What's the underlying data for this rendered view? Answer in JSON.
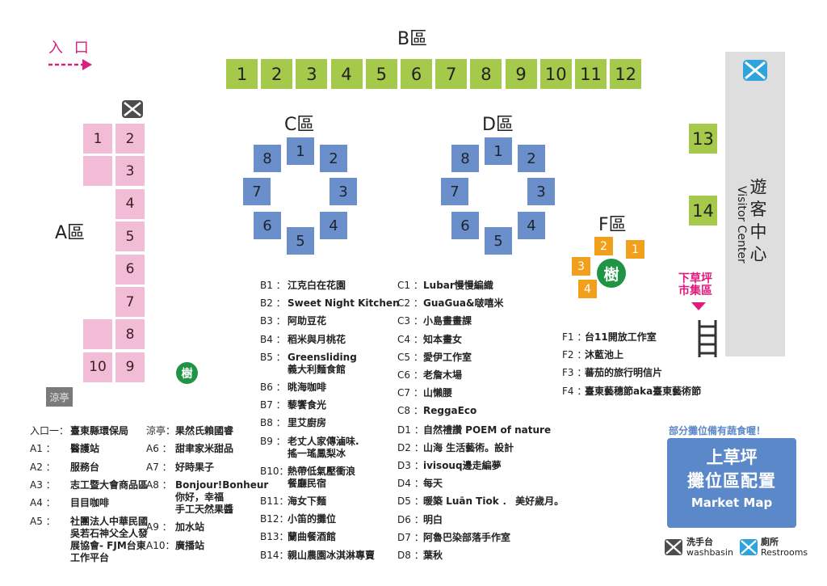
{
  "entrance": {
    "label": "入 口"
  },
  "zones": {
    "A": {
      "label": "A區",
      "stalls": [
        "1",
        "2",
        "3",
        "4",
        "5",
        "6",
        "7",
        "8",
        "9",
        "10"
      ]
    },
    "B": {
      "label": "B區",
      "stalls": [
        "1",
        "2",
        "3",
        "4",
        "5",
        "6",
        "7",
        "8",
        "9",
        "10",
        "11",
        "12",
        "13",
        "14"
      ]
    },
    "C": {
      "label": "C區",
      "stalls": [
        "1",
        "2",
        "3",
        "4",
        "5",
        "6",
        "7",
        "8"
      ]
    },
    "D": {
      "label": "D區",
      "stalls": [
        "1",
        "2",
        "3",
        "4",
        "5",
        "6",
        "7",
        "8"
      ]
    },
    "F": {
      "label": "F區",
      "stalls": [
        "1",
        "2",
        "3",
        "4"
      ]
    }
  },
  "landmarks": {
    "tree": "樹",
    "pavilion": "涼亭",
    "visitor_center_zh": "遊 客 中 心",
    "visitor_center_en": "Visitor Center",
    "lower_market_line1": "下草坪",
    "lower_market_line2": "市集區"
  },
  "legend_a": [
    {
      "key": "入口一：",
      "value": [
        "臺東縣環保局"
      ]
    },
    {
      "key": "A1 ：",
      "value": [
        "醫護站"
      ]
    },
    {
      "key": "A2 ：",
      "value": [
        "服務台"
      ]
    },
    {
      "key": "A3 ：",
      "value": [
        "志工暨大會商品區"
      ]
    },
    {
      "key": "A4 ：",
      "value": [
        "目目咖啡"
      ]
    },
    {
      "key": "A5 ：",
      "value": [
        "社團法人中華民國",
        "吳若石神父全人發",
        "展協會- FJM台東",
        "工作平台"
      ]
    }
  ],
  "legend_a2": [
    {
      "key": "涼亭：",
      "value": [
        "果然氏賴國睿"
      ]
    },
    {
      "key": "A6 ：",
      "value": [
        "甜聿家米甜品"
      ]
    },
    {
      "key": "A7 ：",
      "value": [
        "好時果子"
      ]
    },
    {
      "key": "A8 ：",
      "value": [
        "Bonjour!Bonheur",
        "你好，幸福",
        "手工天然果醬"
      ]
    },
    {
      "key": "A9 ：",
      "value": [
        "加水站"
      ]
    },
    {
      "key": "A10：",
      "value": [
        "廣播站"
      ]
    }
  ],
  "legend_b": [
    {
      "key": "B1 ：",
      "value": [
        "江克白在花園"
      ]
    },
    {
      "key": "B2 ：",
      "value": [
        "Sweet Night Kitchen"
      ]
    },
    {
      "key": "B3 ：",
      "value": [
        "阿助豆花"
      ]
    },
    {
      "key": "B4 ：",
      "value": [
        "稻米與月桃花"
      ]
    },
    {
      "key": "B5 ：",
      "value": [
        "Greensliding",
        "義大利麵食館"
      ]
    },
    {
      "key": "B6 ：",
      "value": [
        "晀海咖啡"
      ]
    },
    {
      "key": "B7 ：",
      "value": [
        "藜饗食光"
      ]
    },
    {
      "key": "B8 ：",
      "value": [
        "里艾廚房"
      ]
    },
    {
      "key": "B9 ：",
      "value": [
        "老丈人家傳滷味.",
        "搖一瑤鳳梨冰"
      ]
    },
    {
      "key": "B10：",
      "value": [
        "熱帶低氣壓衝浪",
        "餐廳民宿"
      ]
    },
    {
      "key": "B11：",
      "value": [
        "海女下麵"
      ]
    },
    {
      "key": "B12：",
      "value": [
        "小笛的攤位"
      ]
    },
    {
      "key": "B13：",
      "value": [
        "蘭曲餐酒館"
      ]
    },
    {
      "key": "B14：",
      "value": [
        "親山農園冰淇淋專賣"
      ]
    }
  ],
  "legend_c": [
    {
      "key": "C1 ：",
      "value": [
        "Lubar慢慢編織"
      ]
    },
    {
      "key": "C2 ：",
      "value": [
        "GuaGua&啵嘻米"
      ]
    },
    {
      "key": "C3 ：",
      "value": [
        "小島畫畫課"
      ]
    },
    {
      "key": "C4 ：",
      "value": [
        "知本畫女"
      ]
    },
    {
      "key": "C5 ：",
      "value": [
        "愛伊工作室"
      ]
    },
    {
      "key": "C6 ：",
      "value": [
        "老詹木場"
      ]
    },
    {
      "key": "C7 ：",
      "value": [
        "山懶腰"
      ]
    },
    {
      "key": "C8 ：",
      "value": [
        "ReggaEco"
      ]
    }
  ],
  "legend_d": [
    {
      "key": "D1 ：",
      "value": [
        "自然禮讚 POEM of nature"
      ]
    },
    {
      "key": "D2 ：",
      "value": [
        "山海 生活藝術。設計"
      ]
    },
    {
      "key": "D3 ：",
      "value": [
        "ivisouq邊走編夢"
      ]
    },
    {
      "key": "D4 ：",
      "value": [
        "每天"
      ]
    },
    {
      "key": "D5 ：",
      "value": [
        "暖築 Luān Tiok ． 美好歲月。"
      ]
    },
    {
      "key": "D6 ：",
      "value": [
        "明白"
      ]
    },
    {
      "key": "D7 ：",
      "value": [
        "阿魯巴染部落手作室"
      ]
    },
    {
      "key": "D8 ：",
      "value": [
        "葉秋"
      ]
    }
  ],
  "legend_f": [
    {
      "key": "F1 ：",
      "value": [
        "台11開放工作室"
      ]
    },
    {
      "key": "F2 ：",
      "value": [
        "沐藍池上"
      ]
    },
    {
      "key": "F3 ：",
      "value": [
        "蕃茄的旅行明信片"
      ]
    },
    {
      "key": "F4 ：",
      "value": [
        "臺東藝穗節aka臺東藝術節"
      ]
    }
  ],
  "title_box": {
    "note": "部分攤位備有蔬食喔！",
    "line1": "上草坪",
    "line2": "攤位區配置",
    "line3": "Market Map"
  },
  "icon_legend": {
    "washbasin_zh": "洗手台",
    "washbasin_en": "washbasin",
    "restroom_zh": "廁所",
    "restroom_en": "Restrooms"
  },
  "colors": {
    "zone_a": "#f2bcd7",
    "zone_b": "#a5c94a",
    "zone_cd": "#6b8fca",
    "zone_f": "#f2a01c",
    "tree": "#1e9444",
    "accent_pink": "#e0197d",
    "title_box": "#5b88c8",
    "washbasin": "#4d4d4d",
    "restroom": "#2fa3dc",
    "visitor_center": "#dedede",
    "pavilion": "#7a7a7a"
  }
}
